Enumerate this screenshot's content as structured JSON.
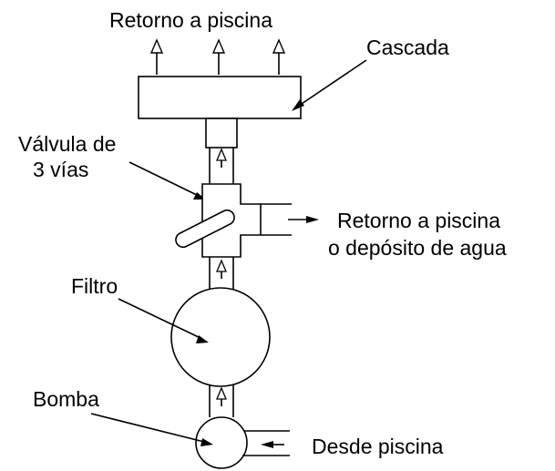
{
  "labels": {
    "top_return": "Retorno a piscina",
    "cascade": "Cascada",
    "valve_line1": "Válvula de",
    "valve_line2": "3 vías",
    "side_return_line1": "Retorno a piscina",
    "side_return_line2": "o depósito de agua",
    "filter": "Filtro",
    "pump": "Bomba",
    "from_pool": "Desde piscina"
  }
}
